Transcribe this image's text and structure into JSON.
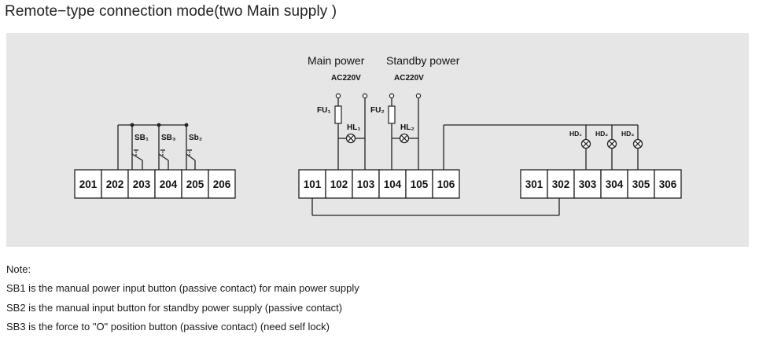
{
  "title": "Remote−type connection mode(two Main supply )",
  "labels": {
    "main_power": "Main power",
    "main_voltage": "AC220V",
    "standby_power": "Standby power",
    "standby_voltage": "AC220V",
    "sb1": "SB₁",
    "sb3": "SB₃",
    "sb2": "Sb₂",
    "fu1": "FU₁",
    "fu2": "FU₂",
    "hl1": "HL₁",
    "hl2": "HL₂",
    "hd1": "HD₁",
    "hd2": "HD₂",
    "hd3": "HD₃"
  },
  "terminal_groups": [
    [
      "201",
      "202",
      "203",
      "204",
      "205",
      "206"
    ],
    [
      "101",
      "102",
      "103",
      "104",
      "105",
      "106"
    ],
    [
      "301",
      "302",
      "303",
      "304",
      "305",
      "306"
    ]
  ],
  "notes": {
    "heading": "Note:",
    "lines": [
      "SB1 is the manual power input button (passive contact) for main power supply",
      "SB2 is the manual input button for standby power supply (passive contact)",
      "SB3 is the force to \"O\" position button (passive contact) (need self lock)"
    ]
  },
  "colors": {
    "panel": "#e6e6e6",
    "line": "#222222"
  }
}
